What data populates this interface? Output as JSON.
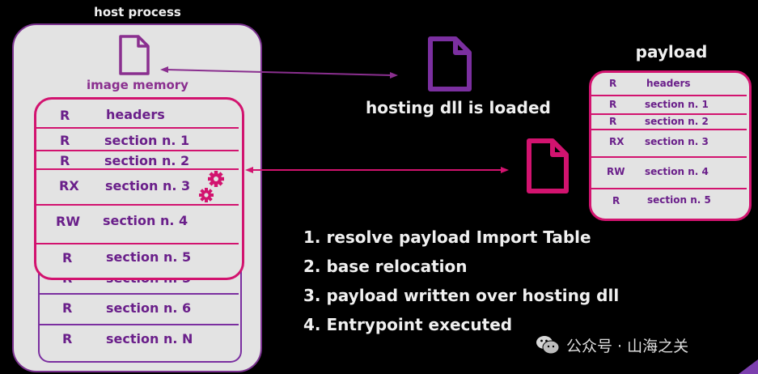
{
  "host": {
    "title": "host process",
    "image_label": "image memory",
    "image_sections": [
      {
        "perm": "R",
        "name": "headers"
      },
      {
        "perm": "R",
        "name": "section n. 1"
      },
      {
        "perm": "R",
        "name": "section n. 2"
      },
      {
        "perm": "RX",
        "name": "section n. 3"
      },
      {
        "perm": "RW",
        "name": "section n. 4"
      },
      {
        "perm": "R",
        "name": "section n. 5"
      }
    ],
    "underlying_sections": [
      {
        "perm": "R",
        "name": "section n. 5"
      },
      {
        "perm": "R",
        "name": "section n. 6"
      },
      {
        "perm": "R",
        "name": "section n. N"
      }
    ]
  },
  "center": {
    "loaded_label": "hosting dll is loaded"
  },
  "payload": {
    "title": "payload",
    "sections": [
      {
        "perm": "R",
        "name": "headers"
      },
      {
        "perm": "R",
        "name": "section n. 1"
      },
      {
        "perm": "R",
        "name": "section n. 2"
      },
      {
        "perm": "RX",
        "name": "section n. 3"
      },
      {
        "perm": "RW",
        "name": "section n. 4"
      },
      {
        "perm": "R",
        "name": "section n. 5"
      }
    ]
  },
  "steps": [
    "1. resolve payload Import Table",
    "2. base relocation",
    "3. payload written over hosting dll",
    "4. Entrypoint executed"
  ],
  "watermark": {
    "text": "公众号 · 山海之关",
    "icon": "wechat-icon"
  },
  "colors": {
    "background": "#000000",
    "host_box": "#e3e3e3",
    "magenta": "#d2136f",
    "purple": "#7b2fa0",
    "text_purple": "#6a1f8a",
    "white_text": "#f0f0f0"
  }
}
